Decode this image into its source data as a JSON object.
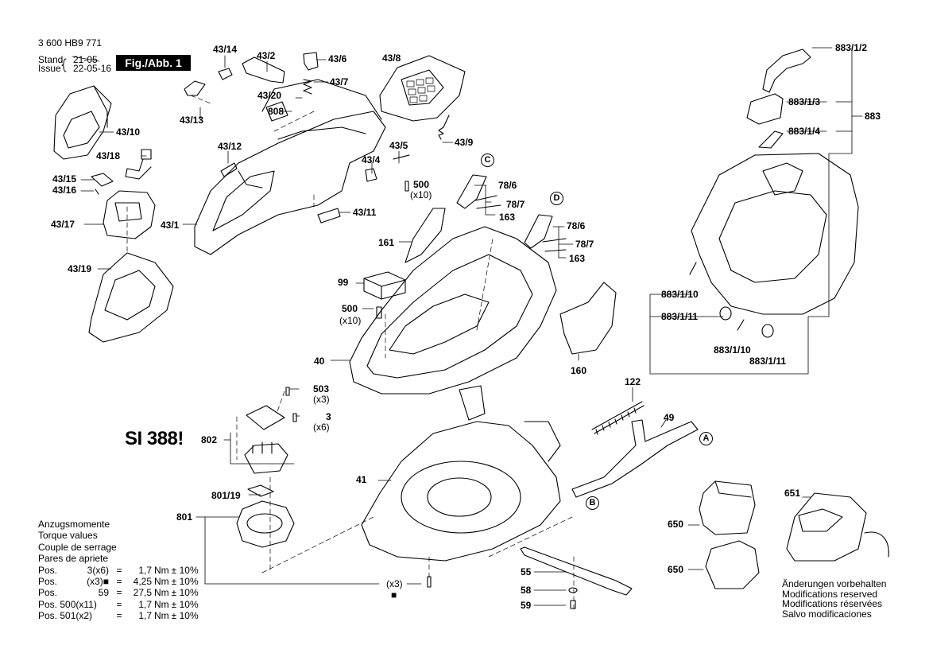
{
  "header": {
    "doc_number": "3 600 HB9 771",
    "stand_label": "Stand",
    "issue_label": "Issue",
    "stand_date": "21-05",
    "issue_date": "22-05-16",
    "figure": "Fig./Abb. 1"
  },
  "si_note": "SI 388!",
  "labels": {
    "l43_14": "43/14",
    "l43_2": "43/2",
    "l43_6": "43/6",
    "l43_8": "43/8",
    "l43_7": "43/7",
    "l43_20": "43/20",
    "l808": "808",
    "l43_13": "43/13",
    "l43_10": "43/10",
    "l43_12": "43/12",
    "l43_18": "43/18",
    "l43_5": "43/5",
    "l43_9": "43/9",
    "l43_4": "43/4",
    "l43_15": "43/15",
    "l43_16": "43/16",
    "l43_17": "43/17",
    "l43_1": "43/1",
    "l43_11": "43/11",
    "l43_19": "43/19",
    "l500a": "500",
    "l500a_q": "(x10)",
    "l500b": "500",
    "l500b_q": "(x10)",
    "l78_6a": "78/6",
    "l78_7a": "78/7",
    "l163a": "163",
    "l78_6b": "78/6",
    "l78_7b": "78/7",
    "l163b": "163",
    "l161": "161",
    "l99": "99",
    "l40": "40",
    "l160": "160",
    "l883_1_2": "883/1/2",
    "l883_1_3": "883/1/3",
    "l883": "883",
    "l883_1_4": "883/1/4",
    "l883_1_10a": "883/1/10",
    "l883_1_11a": "883/1/11",
    "l883_1_10b": "883/1/10",
    "l883_1_11b": "883/1/11",
    "l503": "503",
    "l503_q": "(x3)",
    "l3": "3",
    "l3_q": "(x6)",
    "l802": "802",
    "l122": "122",
    "l49": "49",
    "l41": "41",
    "l801_19": "801/19",
    "l801": "801",
    "l651": "651",
    "l650a": "650",
    "l650b": "650",
    "l55": "55",
    "l58": "58",
    "l59": "59",
    "lx3": "(x3)"
  },
  "callouts": {
    "A": "A",
    "B": "B",
    "C": "C",
    "D": "D"
  },
  "torque": {
    "title_de": "Anzugsmomente",
    "title_en": "Torque values",
    "title_fr": "Couple de serrage",
    "title_es": "Pares de apriete",
    "rows": [
      {
        "pos": "Pos.",
        "item": "3(x6)",
        "eq": "=",
        "value": "1,7",
        "unit": "Nm",
        "tol": "± 10%"
      },
      {
        "pos": "Pos.",
        "item": "(x3)■",
        "eq": "=",
        "value": "4,25",
        "unit": "Nm",
        "tol": "± 10%"
      },
      {
        "pos": "Pos.",
        "item": "59",
        "eq": "=",
        "value": "27,5",
        "unit": "Nm",
        "tol": "± 10%"
      },
      {
        "pos": "Pos. 500(x11)",
        "item": "",
        "eq": "=",
        "value": "1,7",
        "unit": "Nm",
        "tol": "± 10%"
      },
      {
        "pos": "Pos. 501(x2)",
        "item": "",
        "eq": "=",
        "value": "1,7",
        "unit": "Nm",
        "tol": "± 10%"
      }
    ]
  },
  "notes": {
    "de": "Änderungen vorbehalten",
    "en": "Modifications reserved",
    "fr": "Modifications réservées",
    "es": "Salvo modificaciones"
  },
  "square_mark": "■"
}
